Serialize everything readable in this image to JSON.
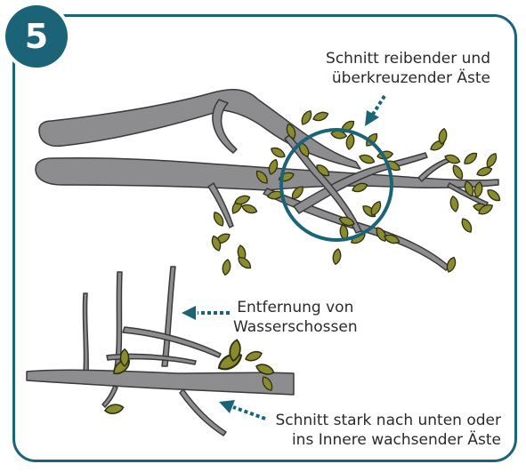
{
  "step_number": "5",
  "annotations": {
    "crossing_branches": [
      "Schnitt reibender und",
      "überkreuzender Äste"
    ],
    "water_shoots": [
      "Entfernung von",
      "Wasserschossen"
    ],
    "downward_inward": [
      "Schnitt stark nach unten oder",
      "ins Innere wachsender Äste"
    ]
  },
  "colors": {
    "accent": "#1b6377",
    "branch": "#8d8d8f",
    "branch_outline": "#3a3a3a",
    "leaf": "#8a8b2e",
    "leaf_outline": "#2f3012"
  },
  "icons": [
    "circle-highlight",
    "dotted-arrow",
    "leaf"
  ]
}
